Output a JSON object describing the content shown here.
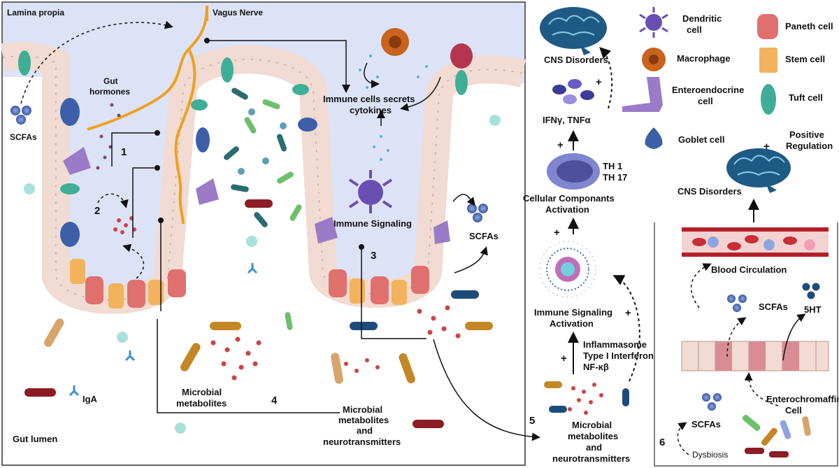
{
  "left_panel": {
    "lamina_propria": "Lamina propia",
    "vagus_nerve": "Vagus Nerve",
    "gut_hormones_1": "Gut",
    "gut_hormones_2": "hormones",
    "scfas_left": "SCFAs",
    "immune_secrets_1": "Immune cells secrets",
    "immune_secrets_2": "cytokines",
    "immune_signaling": "Immune Signaling",
    "scfas_right": "SCFAs",
    "microbial_metabolites_1": "Microbial",
    "microbial_metabolites_2": "metabolites",
    "microbial_neuro_1": "Microbial",
    "microbial_neuro_2": "metabolites",
    "microbial_neuro_3": "and",
    "microbial_neuro_4": "neurotransmitters",
    "iga": "IgA",
    "gut_lumen": "Gut lumen",
    "numbers": [
      "1",
      "2",
      "3",
      "4"
    ]
  },
  "middle_panel": {
    "cns_disorders": "CNS Disorders",
    "cytokines": "IFNγ, TNFα",
    "th1": "TH 1",
    "th17": "TH 17",
    "cellular_1": "Cellular Componants",
    "cellular_2": "Activation",
    "immune_activation_1": "Immune Signaling",
    "immune_activation_2": "Activation",
    "pathways": [
      "Inflammasome",
      "Type I Interferon",
      "NF-κβ"
    ],
    "microbial_1": "Microbial",
    "microbial_2": "metabolites",
    "microbial_3": "and",
    "microbial_4": "neurotransmitters",
    "number": "5",
    "plus": "+"
  },
  "legend": {
    "items": [
      {
        "label_1": "Dendritic",
        "label_2": "cell"
      },
      {
        "label_1": "Macrophage",
        "label_2": ""
      },
      {
        "label_1": "Enteroendocrine",
        "label_2": "cell"
      },
      {
        "label_1": "Goblet cell",
        "label_2": ""
      },
      {
        "label_1": "Paneth cell",
        "label_2": ""
      },
      {
        "label_1": "Stem cell",
        "label_2": ""
      },
      {
        "label_1": "Tuft cell",
        "label_2": ""
      }
    ],
    "positive_1": "Positive",
    "positive_2": "Regulation",
    "plus": "+"
  },
  "right_panel": {
    "cns_disorders": "CNS Disorders",
    "blood_circulation": "Blood Circulation",
    "scfas_top": "SCFAs",
    "five_ht": "5HT",
    "enterochromaffin_1": "Enterochromaffin",
    "enterochromaffin_2": "Cell",
    "scfas_bottom": "SCFAs",
    "dysbiosis": "Dysbiosis",
    "number": "6"
  },
  "colors": {
    "lumen_bg": "#dde3f7",
    "epithelium": "#f1dbd2",
    "nerve": "#f0a020",
    "paneth": "#e0706e",
    "stem": "#f2b35c",
    "goblet": "#3c5fa8",
    "enteroendocrine": "#9b7ac8",
    "tuft": "#3fae97",
    "macrophage": "#c9631e",
    "dendritic": "#6a4fb3",
    "brain": "#1e5a84",
    "blood": "#b3202a"
  }
}
